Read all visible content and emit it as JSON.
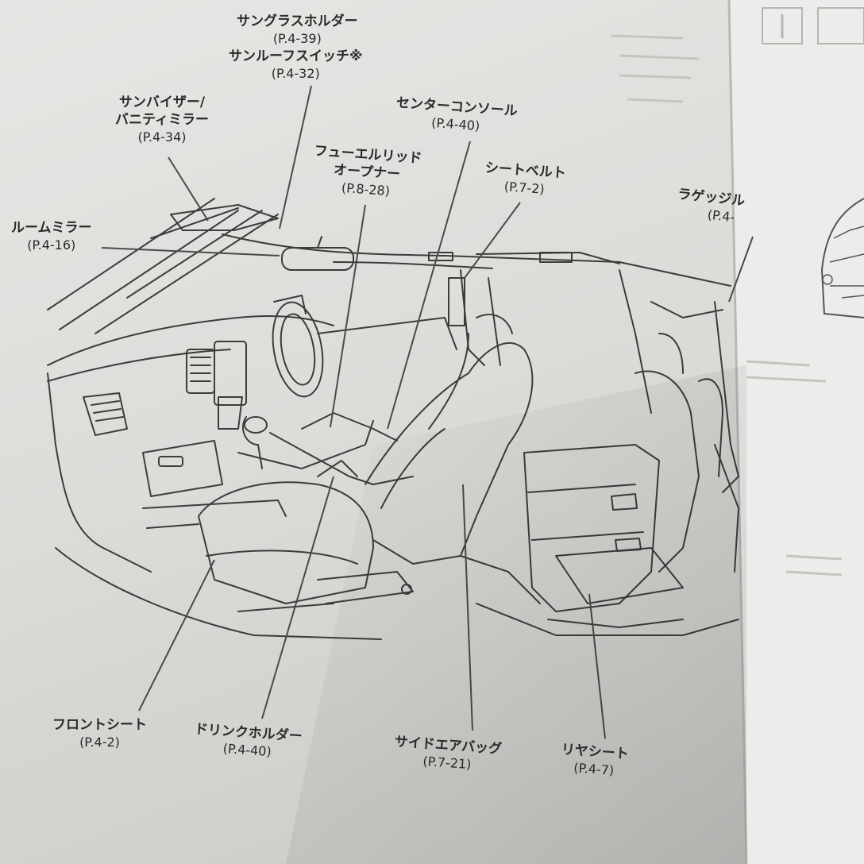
{
  "callouts": [
    {
      "id": "sunglass-holder",
      "label": "サングラスホルダー",
      "ref": "(P.4-39)"
    },
    {
      "id": "sunroof-switch",
      "label": "サンルーフスイッチ※",
      "ref": "(P.4-32)"
    },
    {
      "id": "sun-visor",
      "label_lines": [
        "サンバイザー/",
        "バニティミラー"
      ],
      "ref": "(P.4-34)"
    },
    {
      "id": "center-console",
      "label": "センターコンソール",
      "ref": "(P.4-40)"
    },
    {
      "id": "fuel-lid-opener",
      "label_lines": [
        "フューエルリッド",
        "オープナー"
      ],
      "ref": "(P.8-28)"
    },
    {
      "id": "seat-belt",
      "label": "シートベルト",
      "ref": "(P.7-2)"
    },
    {
      "id": "room-mirror",
      "label": "ルームミラー",
      "ref": "(P.4-16)"
    },
    {
      "id": "luggage",
      "label": "ラゲッジル",
      "ref": "(P.4-"
    },
    {
      "id": "front-seat",
      "label": "フロントシート",
      "ref": "(P.4-2)"
    },
    {
      "id": "drink-holder",
      "label": "ドリンクホルダー",
      "ref": "(P.4-40)"
    },
    {
      "id": "side-airbag",
      "label": "サイドエアバッグ",
      "ref": "(P.7-21)"
    },
    {
      "id": "rear-seat",
      "label": "リヤシート",
      "ref": "(P.4-7)"
    }
  ],
  "colors": {
    "line": "#3a3a3a",
    "leader": "#4a4a4a",
    "text": "#2a2a2a",
    "paper": "#e4e4e2",
    "faint": "#a8a8a6"
  }
}
